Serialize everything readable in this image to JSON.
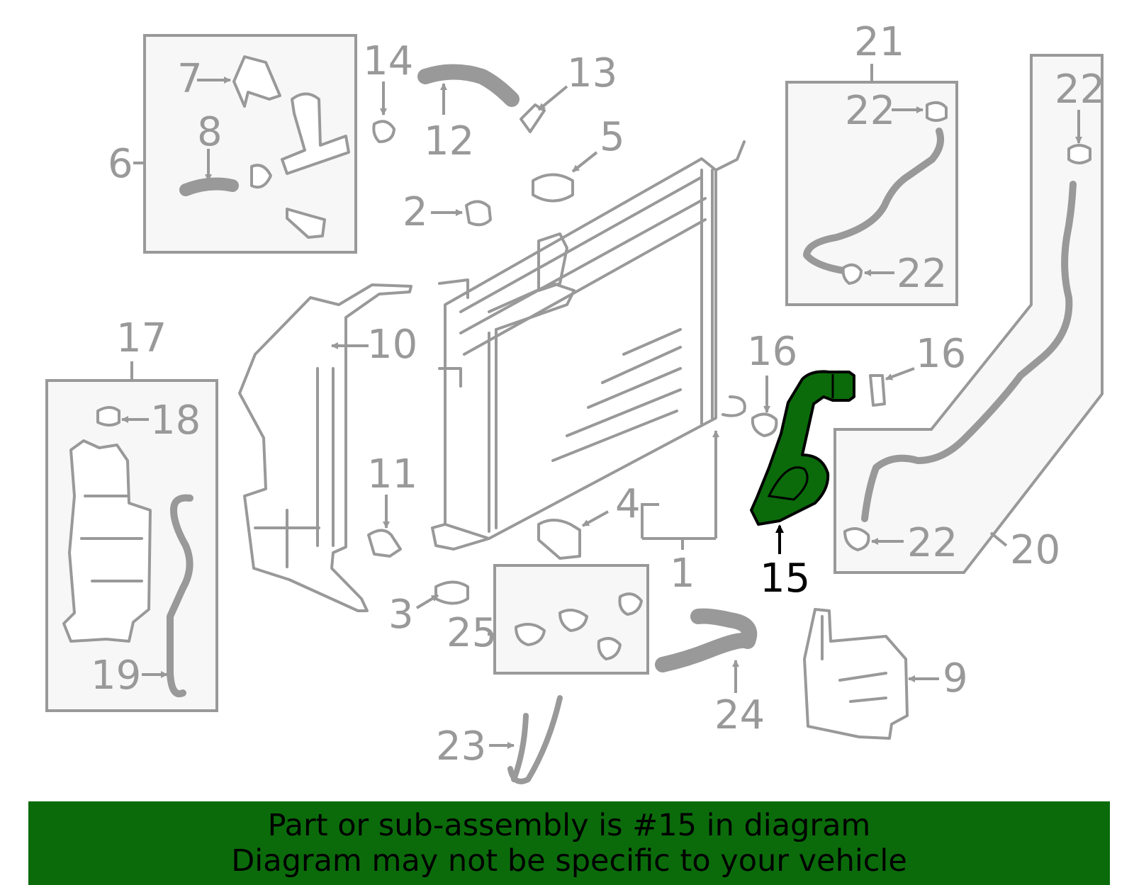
{
  "highlight_color": "#0b6b0b",
  "line_color": "#999999",
  "callouts": {
    "c1": "1",
    "c2": "2",
    "c3": "3",
    "c4": "4",
    "c5": "5",
    "c6": "6",
    "c7": "7",
    "c8": "8",
    "c9": "9",
    "c10": "10",
    "c11": "11",
    "c12": "12",
    "c13": "13",
    "c14": "14",
    "c15": "15",
    "c16a": "16",
    "c16b": "16",
    "c17": "17",
    "c18": "18",
    "c19": "19",
    "c20": "20",
    "c21": "21",
    "c22a": "22",
    "c22b": "22",
    "c22c": "22",
    "c22d": "22",
    "c23": "23",
    "c24": "24",
    "c25": "25"
  },
  "banner": {
    "line1": "Part or sub-assembly is #15 in diagram",
    "line2": "Diagram may not be specific to your vehicle"
  }
}
